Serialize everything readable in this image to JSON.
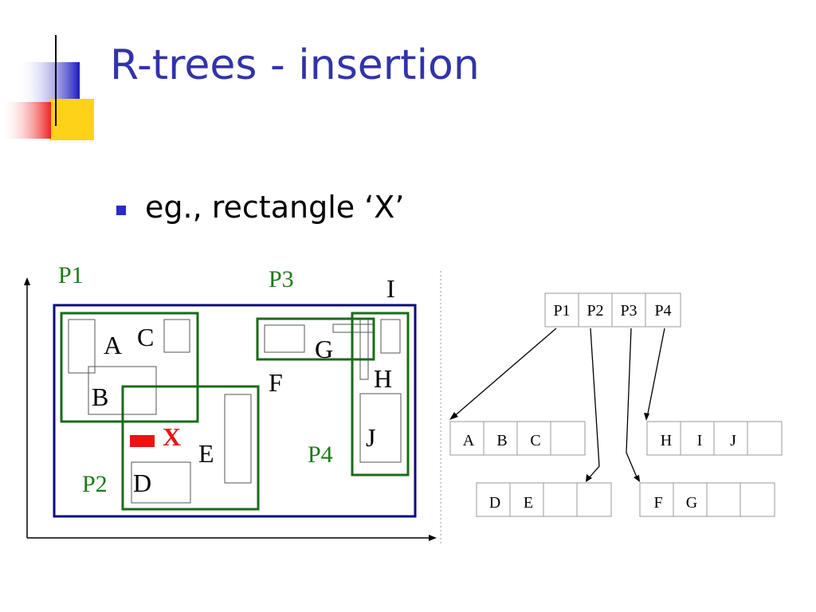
{
  "title": "R-trees - insertion",
  "bullet_text": "eg.,  rectangle ‘X’",
  "colors": {
    "title": "#3333aa",
    "group_box": "#1a6b1a",
    "group_label": "#1a7a1a",
    "outer_box": "#0a0a80",
    "new_rect": "#ee1111"
  },
  "spatial_labels": {
    "p1": "P1",
    "p2": "P2",
    "p3": "P3",
    "p4": "P4",
    "a": "A",
    "b": "B",
    "c": "C",
    "d": "D",
    "e": "E",
    "f": "F",
    "g": "G",
    "h": "H",
    "i": "I",
    "j": "J",
    "x": "X"
  },
  "tree": {
    "root": [
      "P1",
      "P2",
      "P3",
      "P4"
    ],
    "leaf_p1": [
      "A",
      "B",
      "C",
      ""
    ],
    "leaf_p2": [
      "D",
      "E",
      "",
      ""
    ],
    "leaf_p3": [
      "F",
      "G",
      "",
      ""
    ],
    "leaf_p4": [
      "H",
      "I",
      "J",
      ""
    ]
  }
}
